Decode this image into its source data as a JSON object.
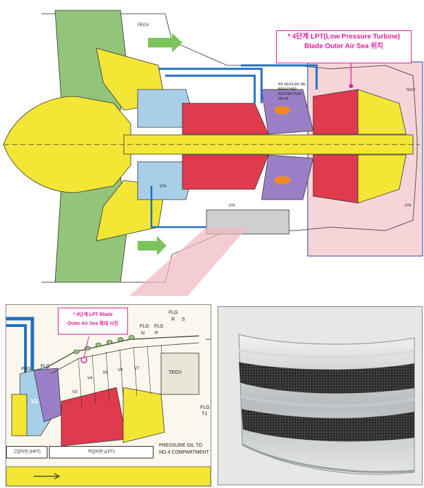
{
  "top_callout": {
    "line1": "* 4단계 LPT(Low Pressure Turbine)",
    "line2": "Blade Outer Air Sea 위치"
  },
  "bottom_callout": {
    "line1": "* 4단계 LPT Blade",
    "line2": "Outer Air Sea 확대 사진"
  },
  "top_labels": {
    "fegv": "FEGV",
    "deoiler": "RD DEOILER VAL",
    "breather": "BREATHER",
    "restriction": "RESTRICTION",
    "valve": "VALVE",
    "tegv": "TEGV",
    "sta": "STA",
    "sta2": "STA",
    "sta3": "STA"
  },
  "bottom_labels": {
    "flg1": "FLG",
    "flg2": "FLG",
    "flg3": "FLG",
    "flg4": "FLG",
    "flg5": "FLG",
    "flg_r": "R",
    "flg_s": "S",
    "flg_n": "N",
    "flg_p": "P",
    "flg_t1": "FLG",
    "t1": "T1",
    "v2": "V2",
    "v3": "V3",
    "v4": "V4",
    "v5": "V5",
    "v6": "V6",
    "v7": "V7",
    "tegv": "TEGV",
    "hpt": "고압터빈 (HPT)",
    "lpt": "저압터빈 (LPT)",
    "pressure_oil_1": "PRESSURE OIL TO",
    "pressure_oil_2": "NO.4 COMPARTMENT"
  },
  "colors": {
    "accent": "#e0209a",
    "yellow": "#f4e634",
    "green": "#92c47a",
    "red": "#e03a4e",
    "blue": "#1f6fc2",
    "lightblue": "#a8cfe8",
    "purple": "#9b7fc6",
    "pink_zone": "#f6d5d8"
  }
}
